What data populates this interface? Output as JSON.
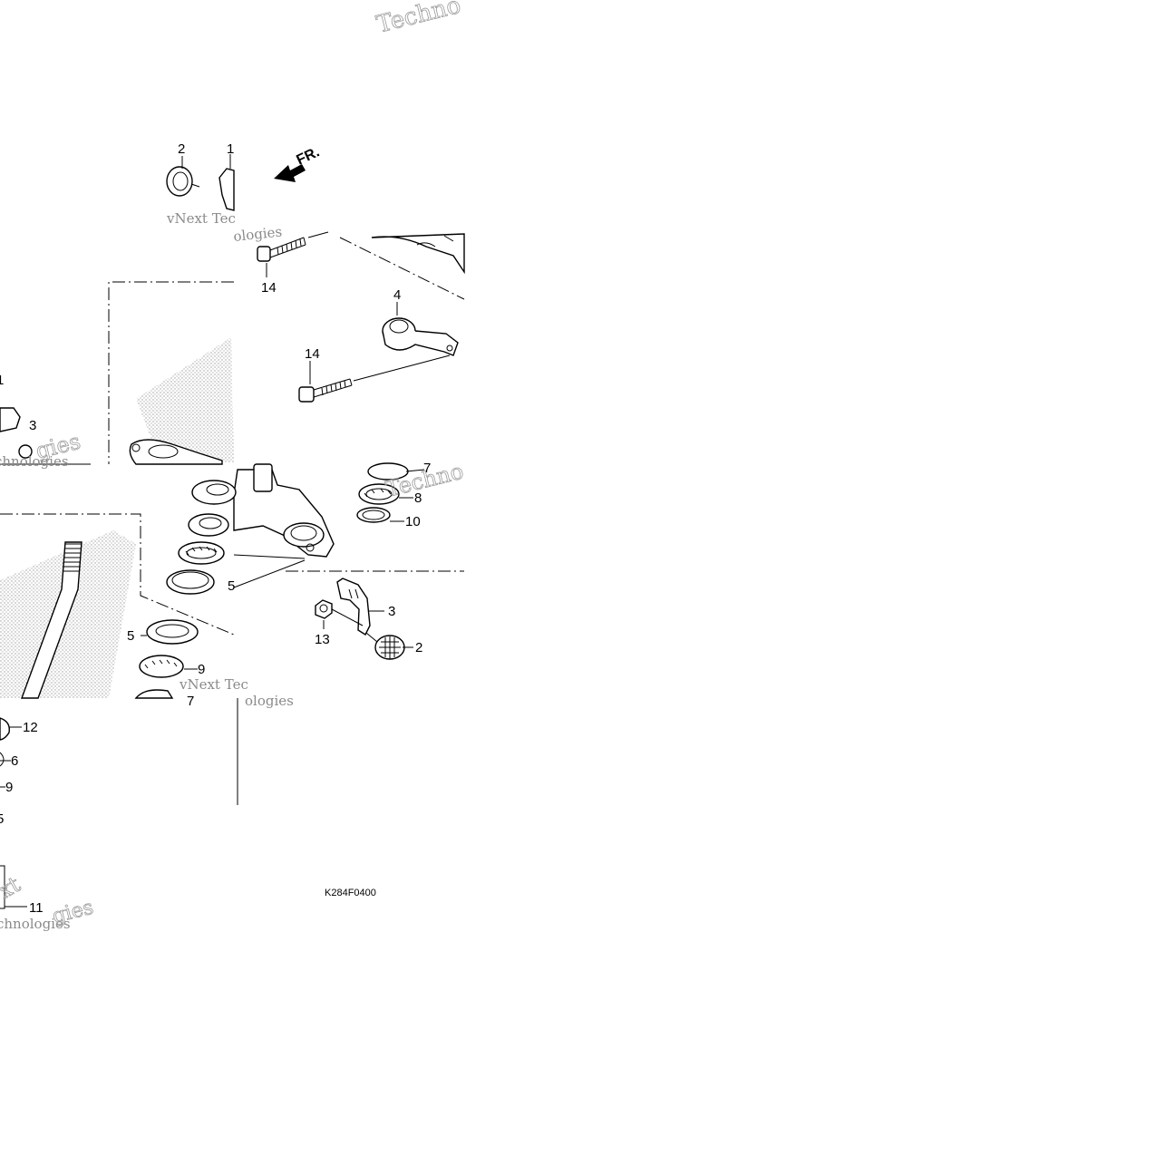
{
  "diagram": {
    "part_code": "K284F0400",
    "front_marker": "FR.",
    "callouts": {
      "c1": "1",
      "c2a": "2",
      "c2b": "2",
      "c3": "3",
      "c4": "4",
      "c5a": "5",
      "c5b": "5",
      "c5c": "5",
      "c6": "6",
      "c7a": "7",
      "c7b": "7",
      "c8": "8",
      "c9a": "9",
      "c9b": "9",
      "c10": "10",
      "c11a": "11",
      "c11b": "1",
      "c12": "12",
      "c13a": "13",
      "c13b": "3",
      "c14a": "14",
      "c14b": "14"
    },
    "watermarks": {
      "w1": "Techno",
      "w2": "vNext Tec",
      "w3": "ologies",
      "w4": "gies",
      "w5": "chnologies",
      "w6": "Techno",
      "w7": "vNext Tec",
      "w8": "ologies",
      "w9": "xt",
      "w10": "chnologies"
    },
    "icons": [
      "front-arrow-icon",
      "cap-nut-icon",
      "bolt-icon",
      "bearing-icon",
      "race-icon",
      "stem-icon",
      "bracket-icon"
    ]
  }
}
